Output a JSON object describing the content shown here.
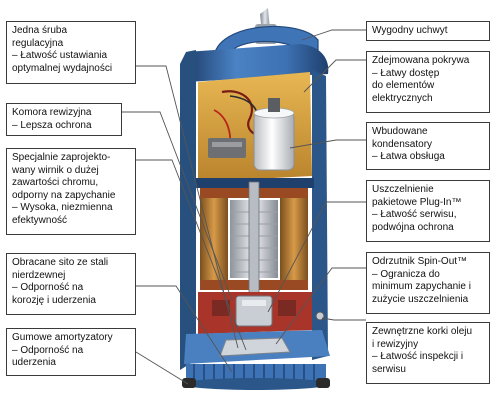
{
  "callouts_left": [
    {
      "id": "adjust-screw",
      "lines": [
        "Jedna śruba",
        "regulacyjna",
        "– Łatwość ustawiania",
        "optymalnej wydajności"
      ]
    },
    {
      "id": "inspection-chamber",
      "lines": [
        "Komora rewizyjna",
        "– Lepsza ochrona"
      ]
    },
    {
      "id": "impeller",
      "lines": [
        "Specjalnie zaprojekto-",
        "wany wirnik o dużej",
        "zawartości chromu,",
        "odporny na zapychanie",
        "– Wysoka, niezmienna",
        "efektywność"
      ]
    },
    {
      "id": "strainer",
      "lines": [
        "Obracane sito ze stali",
        "nierdzewnej",
        "– Odporność na",
        "korozję i uderzenia"
      ]
    },
    {
      "id": "rubber-dampers",
      "lines": [
        "Gumowe amortyzatory",
        "– Odporność na",
        "uderzenia"
      ]
    }
  ],
  "callouts_right": [
    {
      "id": "handle",
      "lines": [
        "Wygodny uchwyt"
      ]
    },
    {
      "id": "removable-cover",
      "lines": [
        "Zdejmowana pokrywa",
        "– Łatwy dostęp",
        "do elementów",
        "elektrycznych"
      ]
    },
    {
      "id": "capacitor",
      "lines": [
        "Wbudowane",
        "kondensatory",
        "– Łatwa obsługa"
      ]
    },
    {
      "id": "plugin-seal",
      "lines": [
        "Uszczelnienie",
        "pakietowe Plug-In™",
        "– Łatwość serwisu,",
        "podwójna ochrona"
      ]
    },
    {
      "id": "spinout",
      "lines": [
        "Odrzutnik Spin-Out™",
        "– Ogranicza do",
        "minimum zapychanie i",
        "zużycie uszczelnienia"
      ]
    },
    {
      "id": "oil-plugs",
      "lines": [
        "Zewnętrzne korki oleju",
        "i rewizyjny",
        "– Łatwość inspekcji i",
        "serwisu"
      ]
    }
  ],
  "colors": {
    "casing_blue": "#3d72b4",
    "casing_dark": "#23487a",
    "casing_light": "#8fb2dc",
    "cable_gray": "#b9bec6",
    "oil_chamber": "#d9a23a",
    "capacitor_white": "#eceef0",
    "rotor_silver": "#c7ccd2",
    "stator_copper": "#c98a3c",
    "cutaway_red": "#b5342b",
    "callout_border": "#3a3a3a",
    "leader_line": "#555555"
  }
}
